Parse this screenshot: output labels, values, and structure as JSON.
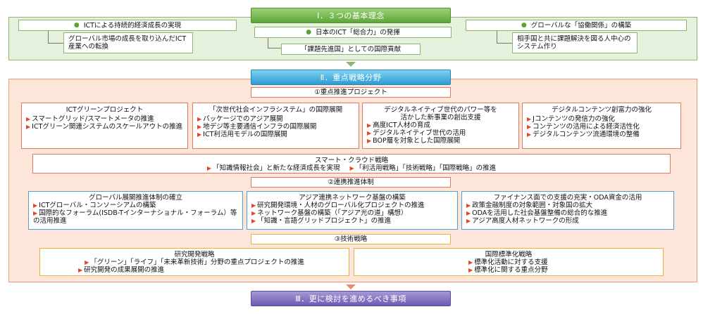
{
  "headers": {
    "basic": "Ⅰ．３つの基本理念",
    "strategy": "Ⅱ．重点戦略分野",
    "further": "Ⅲ．更に検討を進めるべき事項"
  },
  "basic": {
    "left": {
      "main": "ICTによる持続的経済成長の実現",
      "sub": "グローバル市場の成長を取り込んだICT産業への転換"
    },
    "center": {
      "main": "日本のICT「総合力」の発揮",
      "sub": "「課題先進国」としての国際貢献"
    },
    "right": {
      "main": "グローバルな「協働関係」の構築",
      "sub": "相手国と共に課題解決を図る人中心のシステム作り"
    }
  },
  "priority": {
    "title": "①重点推進プロジェクト",
    "cards": [
      {
        "title": "ICTグリーンプロジェクト",
        "items": [
          "スマートグリッド/スマートメータの推進",
          "ICTグリーン関連システムのスケールアウトの推進"
        ]
      },
      {
        "title": "「次世代社会インフラシステム」の国際展開",
        "items": [
          "パッケージでのアジア展開",
          "地デジ等主要通信インフラの国際展開",
          "ICT利活用モデルの国際展開"
        ]
      },
      {
        "title": "デジタルネイティブ世代のパワー等を活かした新事業の創出支援",
        "items": [
          "高度ICT人材の育成",
          "デジタルネイティブ世代の活用",
          "BOP層を対象とした国際展開"
        ]
      },
      {
        "title": "デジタルコンテンツ創富力の強化",
        "items": [
          "Jコンテンツの発信力の強化",
          "コンテンツの活用による経済活性化",
          "デジタルコンテンツ流通環境の整備"
        ]
      }
    ],
    "smart": {
      "title": "スマート・クラウド戦略",
      "items": [
        "「知識情報社会」と新たな経済成長を実現",
        "「利活用戦略」「技術戦略」「国際戦略」の推進"
      ]
    }
  },
  "coop": {
    "title": "②連携推進体制",
    "cards": [
      {
        "title": "グローバル展開推進体制の確立",
        "items": [
          "ICTグローバル・コンソーシアムの構築",
          "国際的なフォーラム(ISDB-Tインターナショナル・フォーラム）等の活用推進"
        ]
      },
      {
        "title": "アジア連携ネットワーク基盤の構築",
        "items": [
          "研究開発環境・人材のグローバル化プロジェクトの推進",
          "ネットワーク基盤の構築（「アジア光の道」構想）",
          "「知識・言語グリッドプロジェクト」の推進"
        ]
      },
      {
        "title": "ファイナンス面での支援の充実・ODA資金の活用",
        "items": [
          "政策金融制度の対象範囲・対象国の拡大",
          "ODAを活用した社会基盤整備の総合的な推進",
          "アジア高度人材ネットワークの形成"
        ]
      }
    ]
  },
  "tech": {
    "title": "③技術戦略",
    "cards": [
      {
        "title": "研究開発戦略",
        "items": [
          "「グリーン」「ライフ」「未来革新技術」分野の重点プロジェクトの推進",
          "研究開発の成果展開の推進"
        ]
      },
      {
        "title": "国際標準化戦略",
        "items": [
          "標準化活動に対する支援",
          "標準化に関する重点分野"
        ]
      }
    ]
  }
}
